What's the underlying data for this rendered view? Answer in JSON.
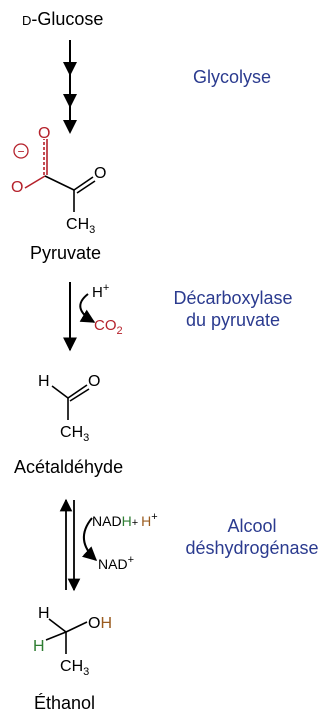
{
  "compounds": {
    "glucose": {
      "prefix": "D",
      "name": "-Glucose"
    },
    "pyruvate": "Pyruvate",
    "acetaldehyde": "Acétaldéhyde",
    "ethanol": "Éthanol"
  },
  "enzymes": {
    "glycolysis": "Glycolyse",
    "decarboxylase_line1": "Décarboxylase",
    "decarboxylase_line2": "du pyruvate",
    "adh_line1": "Alcool",
    "adh_line2": "déshydrogénase"
  },
  "cofactors": {
    "h_plus": "H",
    "plus_sign": "+",
    "co2": "CO",
    "co2_sub": "2",
    "nad": "NAD",
    "nadh_h": "H",
    "nadh_plus": "+",
    "nadh_hplus": "H",
    "nad_plus": "NAD"
  },
  "atoms": {
    "O": "O",
    "H": "H",
    "C": "C",
    "H3": "3",
    "minus": "−"
  },
  "colors": {
    "enzyme_text": "#2b3b8f",
    "red_atoms": "#b5212b",
    "green_h": "#2e7d32",
    "brown_h": "#9a5b1e",
    "ink": "#000000"
  }
}
